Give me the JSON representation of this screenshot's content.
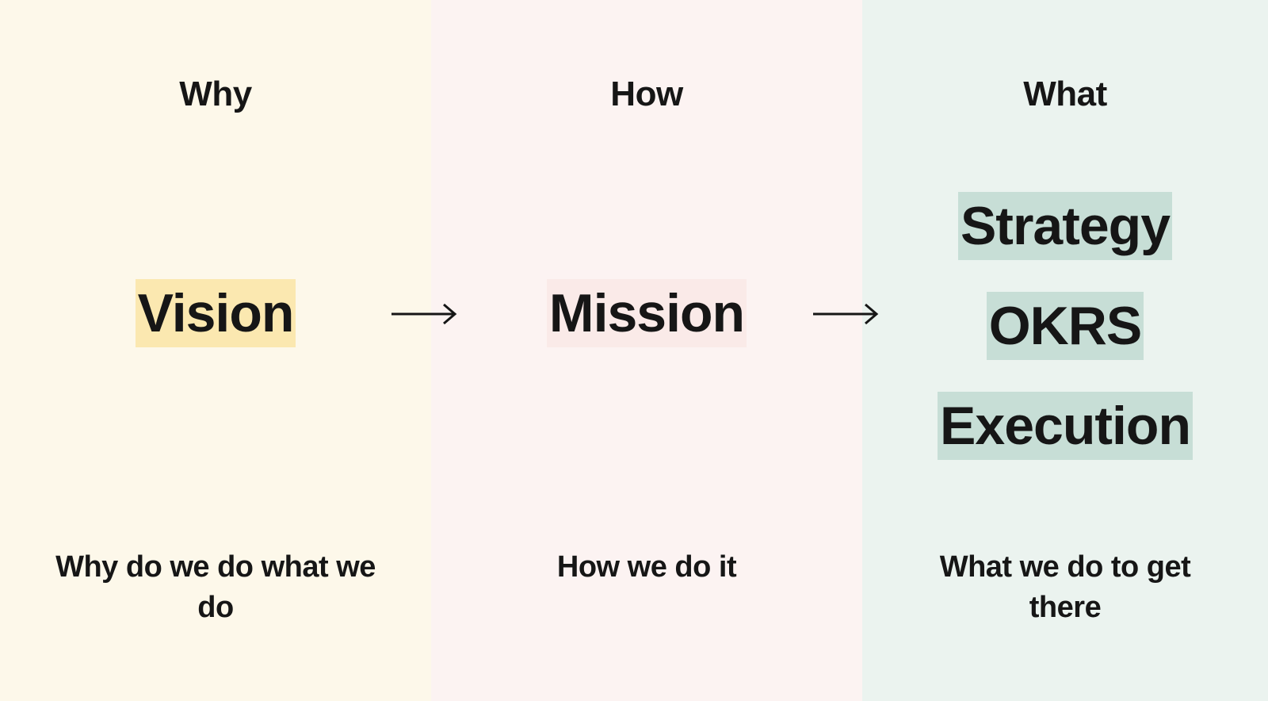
{
  "columns": [
    {
      "heading": "Why",
      "items": [
        {
          "label": "Vision",
          "highlight": "#fbe8b0"
        }
      ],
      "description": "Why do we do what we do",
      "background": "#fdf8ea"
    },
    {
      "heading": "How",
      "items": [
        {
          "label": "Mission",
          "highlight": "#faeae8"
        }
      ],
      "description": "How we do it",
      "background": "#fcf3f2"
    },
    {
      "heading": "What",
      "items": [
        {
          "label": "Strategy",
          "highlight": "#c7ded6"
        },
        {
          "label": "OKRS",
          "highlight": "#c7ded6"
        },
        {
          "label": "Execution",
          "highlight": "#c7ded6"
        }
      ],
      "description": "What we do to get there",
      "background": "#ebf3ef"
    }
  ],
  "arrows": [
    {
      "from": "Vision",
      "to": "Mission",
      "icon": "arrow-right-icon"
    },
    {
      "from": "Mission",
      "to": "What",
      "icon": "arrow-right-icon"
    }
  ]
}
